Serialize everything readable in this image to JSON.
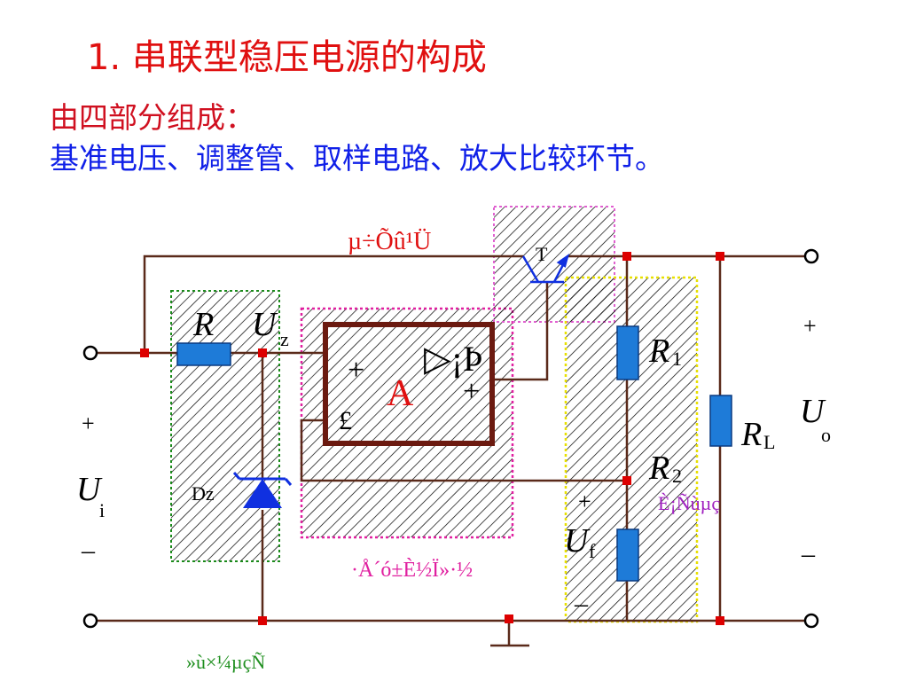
{
  "slide": {
    "title": "1.  串联型稳压电源的构成",
    "intro": "由四部分组成：",
    "components": "基准电压、调整管、取样电路、放大比较环节。"
  },
  "diagram": {
    "labels": {
      "regulator_block": "µ÷Õû¹Ü",
      "transistor": "T",
      "resistor_R": "R",
      "uz_main": "U",
      "uz_sub": "z",
      "amp_plus_left": "+",
      "amp_plus_right": "+",
      "amp_minus": "£­",
      "amp_symbol": "▷¡Þ",
      "amp_A": "A",
      "r1_main": "R",
      "r1_sub": "1",
      "r2_main": "R",
      "r2_sub": "2",
      "rl_main": "R",
      "rl_sub": "L",
      "uo_main": "U",
      "uo_sub": "o",
      "ui_main": "U",
      "ui_sub": "i",
      "uf_main": "U",
      "uf_sub": "f",
      "dz": "Dz",
      "sampling_block": "È¡Ñùµç",
      "amplifier_block": "·Å´ó±È½Ï»·½",
      "reference_block": "»ù×¼µçÑ",
      "plus_in": "+",
      "minus_in": "–",
      "plus_out": "+",
      "minus_out": "–",
      "plus_uf": "+",
      "minus_uf": "–"
    },
    "colors": {
      "wire": "#5a2a1a",
      "node": "#dd0000",
      "resistor": "#1e7bd8",
      "zener": "#1030e0",
      "amp_box": "#6b1a10",
      "reference_border": "#1a8a1a",
      "amplifier_border": "#e020a0",
      "regulator_border": "#e060d0",
      "sampling_border": "#e8e000",
      "red_text": "#e01010",
      "purple_text": "#a020c0",
      "green_text": "#209020"
    }
  }
}
